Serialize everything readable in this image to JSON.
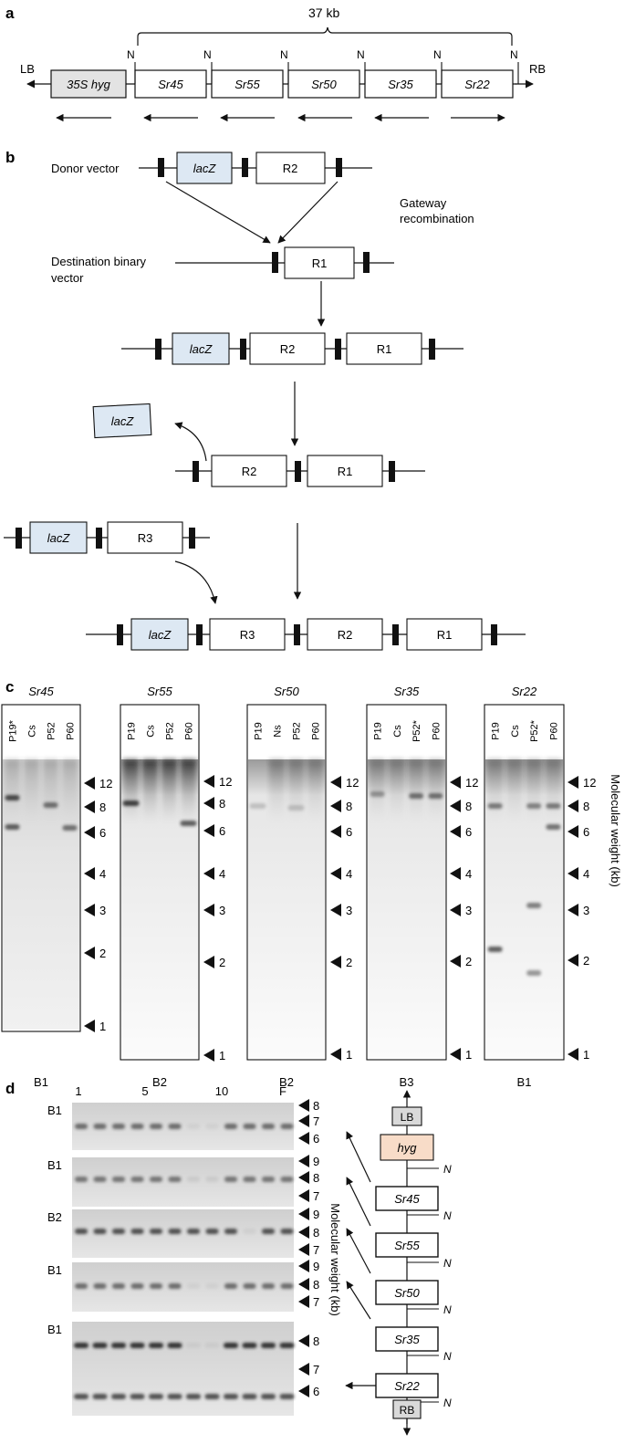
{
  "panel_a": {
    "letter": "a",
    "span_label": "37 kb",
    "lb": "LB",
    "rb": "RB",
    "n_site": "N",
    "hyg_box": "35S hyg",
    "genes": [
      "Sr45",
      "Sr55",
      "Sr50",
      "Sr35",
      "Sr22"
    ],
    "fill_grey": "#e3e3e3"
  },
  "panel_b": {
    "letter": "b",
    "donor_vector": "Donor vector",
    "destination_vector_line1": "Destination binary",
    "destination_vector_line2": "vector",
    "gateway_line1": "Gateway",
    "gateway_line2": "recombination",
    "lacz": "lacZ",
    "r1": "R1",
    "r2": "R2",
    "r3": "R3",
    "lacz_fill": "#dde8f3"
  },
  "panel_c": {
    "letter": "c",
    "axis_label": "Molecular weight (kb)",
    "blots": [
      {
        "gene": "Sr45",
        "lanes": [
          "P19*",
          "Cs",
          "P52",
          "P60"
        ],
        "markers": [
          "12",
          "8",
          "6",
          "4",
          "3",
          "2",
          "1"
        ],
        "batch": "B1"
      },
      {
        "gene": "Sr55",
        "lanes": [
          "P19",
          "Cs",
          "P52",
          "P60"
        ],
        "markers": [
          "12",
          "8",
          "6",
          "4",
          "3",
          "2",
          "1"
        ],
        "batch": "B2"
      },
      {
        "gene": "Sr50",
        "lanes": [
          "P19",
          "Ns",
          "P52",
          "P60"
        ],
        "markers": [
          "12",
          "8",
          "6",
          "4",
          "3",
          "2",
          "1"
        ],
        "batch": "B2"
      },
      {
        "gene": "Sr35",
        "lanes": [
          "P19",
          "Cs",
          "P52*",
          "P60"
        ],
        "markers": [
          "12",
          "8",
          "6",
          "4",
          "3",
          "2",
          "1"
        ],
        "batch": "B3"
      },
      {
        "gene": "Sr22",
        "lanes": [
          "P19",
          "Cs",
          "P52*",
          "P60"
        ],
        "markers": [
          "12",
          "8",
          "6",
          "4",
          "3",
          "2",
          "1"
        ],
        "batch": "B1"
      }
    ]
  },
  "panel_d": {
    "letter": "d",
    "lane_numbers": [
      "1",
      "5",
      "10",
      "F"
    ],
    "axis_label": "Molecular weight (kb)",
    "rows": [
      {
        "batch": "B1",
        "markers": [
          "8",
          "7",
          "6"
        ]
      },
      {
        "batch": "B1",
        "markers": [
          "9",
          "8",
          "7"
        ]
      },
      {
        "batch": "B2",
        "markers": [
          "9",
          "8",
          "7"
        ]
      },
      {
        "batch": "B1",
        "markers": [
          "9",
          "8",
          "7"
        ]
      },
      {
        "batch": "B1",
        "markers": [
          "8",
          "7",
          "6"
        ]
      }
    ],
    "construct": {
      "lb": "LB",
      "hyg": "hyg",
      "genes": [
        "Sr45",
        "Sr55",
        "Sr50",
        "Sr35",
        "Sr22"
      ],
      "rb": "RB",
      "n_site": "N",
      "hyg_fill": "#f8dcc8",
      "border_fill": "#d9d9d9"
    }
  }
}
